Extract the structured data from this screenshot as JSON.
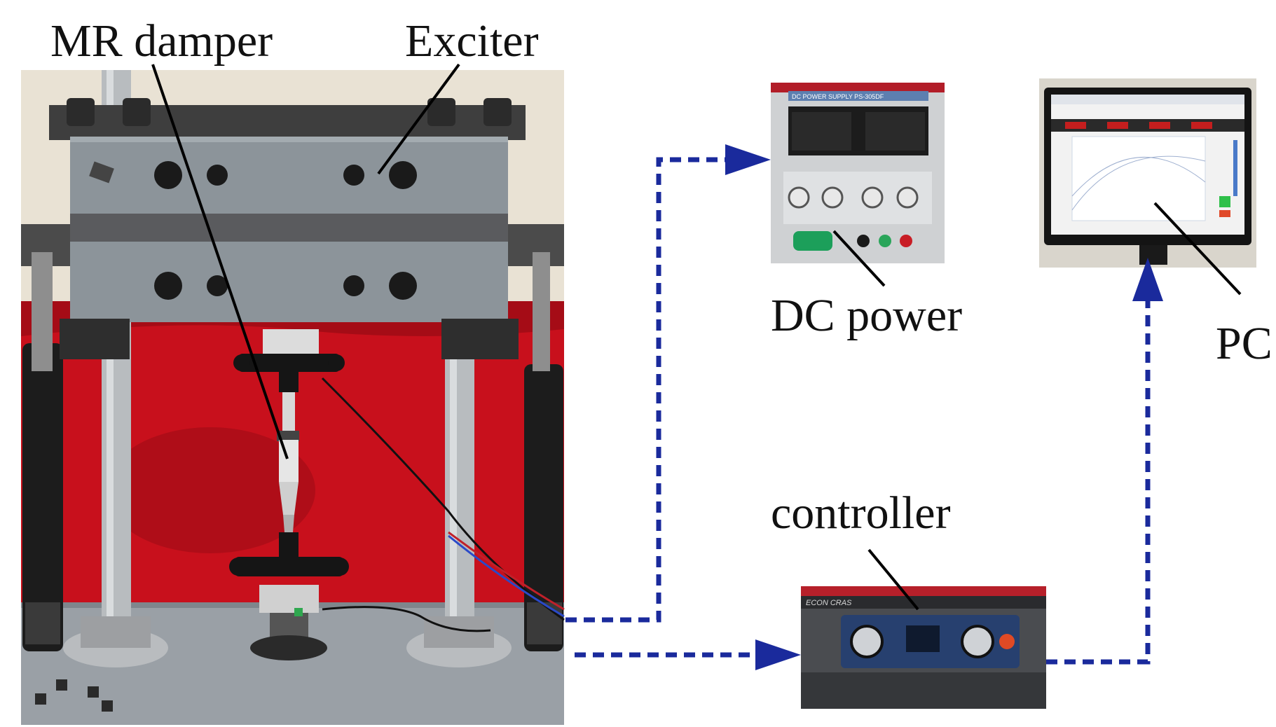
{
  "labels": {
    "mr_damper": "MR damper",
    "exciter": "Exciter",
    "dc_power": "DC power",
    "pc": "PC",
    "controller": "controller"
  },
  "devices": {
    "power_supply_panel": "DC POWER SUPPLY PS-305DF",
    "controller_brand": "ECON CRAS"
  },
  "colors": {
    "connector": "#1a2a9c",
    "leader": "#000000",
    "frame_gray": "#8c949a",
    "curtain_red": "#c8101c",
    "background": "#ffffff"
  }
}
